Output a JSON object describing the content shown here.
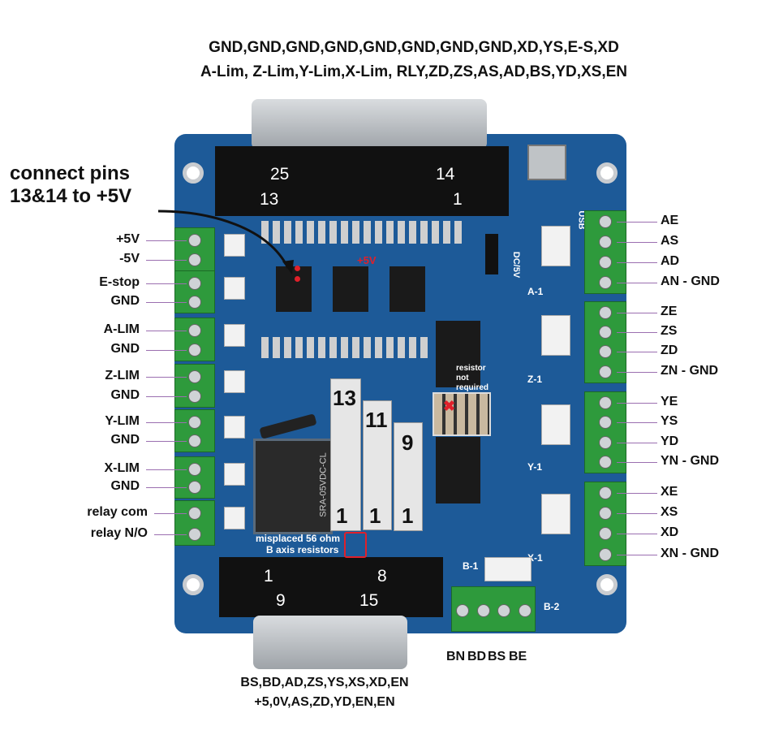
{
  "top_pinout": {
    "line1": "GND,GND,GND,GND,GND,GND,GND,GND,XD,YS,E-S,XD",
    "line2": "A-Lim, Z-Lim,Y-Lim,X-Lim, RLY,ZD,ZS,AS,AD,BS,YD,XS,EN"
  },
  "bottom_pinout": {
    "line1": "BS,BD,AD,ZS,YS,XS,XD,EN",
    "line2": "+5,0V,AS,ZD,YD,EN,EN"
  },
  "db25": {
    "pin25": "25",
    "pin14": "14",
    "pin13": "13",
    "pin1": "1"
  },
  "db15": {
    "pin1": "1",
    "pin8": "8",
    "pin9": "9",
    "pin15": "15"
  },
  "callout": {
    "line1": "connect pins",
    "line2": "13&14 to +5V",
    "plus5": "+5V"
  },
  "headers": [
    {
      "top": "13",
      "bottom": "1"
    },
    {
      "top": "11",
      "bottom": "1"
    },
    {
      "top": "9",
      "bottom": "1"
    }
  ],
  "notes": {
    "resistor_not_required": [
      "resistor",
      "not",
      "required"
    ],
    "misplaced_line1": "misplaced 56 ohm",
    "misplaced_line2": "B axis resistors"
  },
  "relay_text": "SRA-05VDC-CL",
  "left_labels": [
    "+5V",
    "-5V",
    "E-stop",
    "GND",
    "A-LIM",
    "GND",
    "Z-LIM",
    "GND",
    "Y-LIM",
    "GND",
    "X-LIM",
    "GND",
    "relay com",
    "relay N/O"
  ],
  "right_labels": [
    "AE",
    "AS",
    "AD",
    "AN - GND",
    "ZE",
    "ZS",
    "ZD",
    "ZN - GND",
    "YE",
    "YS",
    "YD",
    "YN - GND",
    "XE",
    "XS",
    "XD",
    "XN - GND"
  ],
  "bottom_labels": [
    "BN",
    "BD",
    "BS",
    "BE"
  ],
  "board_silk": {
    "usb": "USB",
    "dc5v": "DC/5V",
    "a1": "A-1",
    "z1": "Z-1",
    "y1": "Y-1",
    "x1": "X-1",
    "b1": "B-1",
    "b2": "B-2"
  },
  "colors": {
    "board": "#1d5a98",
    "terminal": "#2e9a3c",
    "annotation": "#e0202a"
  }
}
